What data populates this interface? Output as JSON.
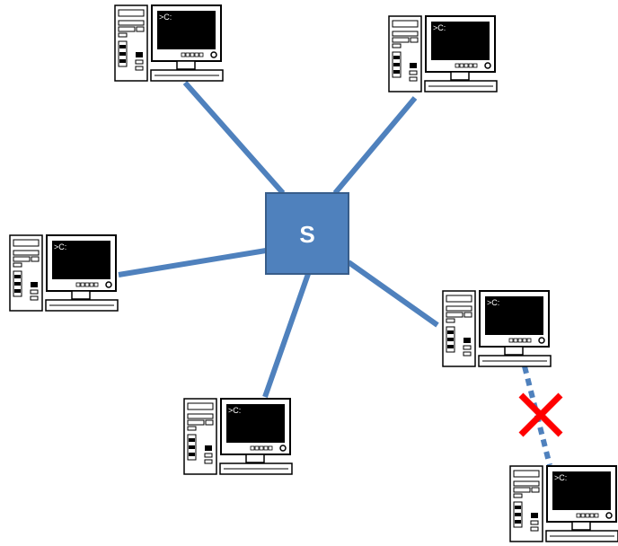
{
  "switch": {
    "label": "S",
    "fill": "#4f81bd",
    "stroke": "#385d8a"
  },
  "link_color": "#4f81bd",
  "failure_color": "#ff0000",
  "computers": [
    {
      "id": "top-left",
      "screen_text": ">C:",
      "connection": "switch"
    },
    {
      "id": "top-right",
      "screen_text": ">C:",
      "connection": "switch"
    },
    {
      "id": "left",
      "screen_text": ">C:",
      "connection": "switch"
    },
    {
      "id": "bottom",
      "screen_text": ">C:",
      "connection": "switch"
    },
    {
      "id": "right",
      "screen_text": ">C:",
      "connection": "switch"
    },
    {
      "id": "bottom-right",
      "screen_text": ">C:",
      "connection": "broken-link-to-right"
    }
  ]
}
